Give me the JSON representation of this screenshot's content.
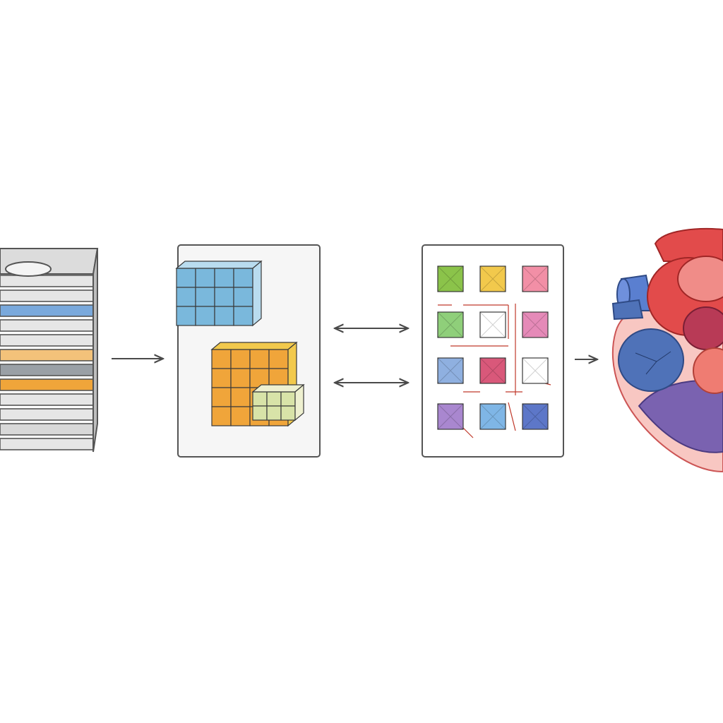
{
  "diagram": {
    "stages": [
      {
        "id": "slice-stack",
        "icon": "image-slice-stack-icon"
      },
      {
        "id": "voxel-grid",
        "icon": "voxel-cube-grid-icon"
      },
      {
        "id": "node-graph",
        "icon": "colored-node-graph-icon"
      },
      {
        "id": "heart-model",
        "icon": "heart-anatomy-icon"
      }
    ],
    "connectors": [
      {
        "from": "slice-stack",
        "to": "voxel-grid",
        "direction": "forward"
      },
      {
        "from": "voxel-grid",
        "to": "node-graph",
        "direction": "bidirectional"
      },
      {
        "from": "voxel-grid",
        "to": "node-graph",
        "direction": "bidirectional"
      },
      {
        "from": "node-graph",
        "to": "heart-model",
        "direction": "forward"
      }
    ],
    "colors": {
      "arrow": "#4a4a4a",
      "panel_border": "#555555",
      "panel_fill": "#f6f6f6",
      "slice_gray": "#d9d9d9",
      "cube_blue": "#7ab8dc",
      "cube_orange": "#f0a53a",
      "cube_yellow": "#f2c94c",
      "heart_red": "#e24b4b",
      "heart_blue": "#4f72b8",
      "heart_purple": "#7a62b0",
      "heart_pink": "#f6b7b2"
    },
    "node_colors": [
      "#8bc34a",
      "#f2c94c",
      "#f28fa6",
      "#8fcf7a",
      "#ffffff",
      "#e58ab8",
      "#8fb0e0",
      "#d9587a",
      "#ffffff",
      "#a987cf",
      "#7fb6e6",
      "#5d77c8"
    ]
  }
}
